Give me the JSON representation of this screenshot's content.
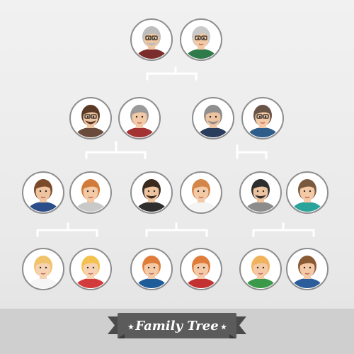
{
  "title": "Family Tree",
  "icons": {
    "ribbon_star_left": "star-icon",
    "ribbon_star_right": "star-icon"
  },
  "colors": {
    "ring": "#8e8e8e",
    "connector": "#ffffff",
    "ribbon": "#5b5b5b",
    "ribbon_text": "#ffffff"
  },
  "generations": [
    {
      "name": "grandparents",
      "members": [
        {
          "id": "grandfather",
          "hair": "#bdbdbd",
          "skin": "#f0c6a0",
          "shirt": "#7b2c2c",
          "glasses": true,
          "beard": true
        },
        {
          "id": "grandmother",
          "hair": "#c9c9c9",
          "skin": "#f2c9a4",
          "shirt": "#2f7a4a",
          "glasses": true,
          "beard": false
        }
      ]
    },
    {
      "name": "parents",
      "members": [
        {
          "id": "father",
          "hair": "#5a3a26",
          "skin": "#eec39f",
          "shirt": "#6a4a3a",
          "glasses": true,
          "beard": true
        },
        {
          "id": "mother",
          "hair": "#9a9a9a",
          "skin": "#f3c9a6",
          "shirt": "#a33232",
          "glasses": false,
          "beard": false
        },
        {
          "id": "father-in-law",
          "hair": "#8f8f8f",
          "skin": "#eec39f",
          "shirt": "#2b3d5c",
          "glasses": false,
          "beard": true
        },
        {
          "id": "mother-in-law",
          "hair": "#6a5447",
          "skin": "#f3c9a6",
          "shirt": "#2f5d8a",
          "glasses": true,
          "beard": false
        }
      ]
    },
    {
      "name": "children",
      "members": [
        {
          "id": "son-1",
          "hair": "#7a4a2a",
          "skin": "#eec39f",
          "shirt": "#2b4d8a",
          "glasses": false,
          "beard": false
        },
        {
          "id": "daughter-in-law-1",
          "hair": "#d17b3b",
          "skin": "#f3c9a6",
          "shirt": "#c9c9c9",
          "glasses": false,
          "beard": false
        },
        {
          "id": "son-2",
          "hair": "#3a2a1e",
          "skin": "#eec39f",
          "shirt": "#2f2f2f",
          "glasses": false,
          "beard": true
        },
        {
          "id": "daughter-in-law-2",
          "hair": "#d4864a",
          "skin": "#f3c9a6",
          "shirt": "#f4f4f4",
          "glasses": false,
          "beard": false
        },
        {
          "id": "son-3",
          "hair": "#2e2e2e",
          "skin": "#eec39f",
          "shirt": "#8c8c8c",
          "glasses": false,
          "beard": true
        },
        {
          "id": "daughter-in-law-3",
          "hair": "#7a5a3e",
          "skin": "#f3c9a6",
          "shirt": "#2aa39a",
          "glasses": false,
          "beard": false
        }
      ]
    },
    {
      "name": "grandchildren",
      "members": [
        {
          "id": "baby",
          "hair": "#f1c36a",
          "skin": "#f6d2b2",
          "shirt": "#f5f5f5",
          "glasses": false,
          "beard": false
        },
        {
          "id": "girl",
          "hair": "#f4c04f",
          "skin": "#f6d2b2",
          "shirt": "#d23b3b",
          "glasses": false,
          "beard": false
        },
        {
          "id": "teen-girl",
          "hair": "#e07c3a",
          "skin": "#f3c9a6",
          "shirt": "#1f5c9a",
          "glasses": false,
          "beard": false
        },
        {
          "id": "teen-girl-2",
          "hair": "#e07c3a",
          "skin": "#f3c9a6",
          "shirt": "#c23232",
          "glasses": false,
          "beard": false
        },
        {
          "id": "boy",
          "hair": "#f0b25a",
          "skin": "#f3c9a6",
          "shirt": "#3a9a4a",
          "glasses": false,
          "beard": false
        },
        {
          "id": "girl-2",
          "hair": "#8a5a34",
          "skin": "#f3c9a6",
          "shirt": "#2b5d9a",
          "glasses": false,
          "beard": false
        }
      ]
    }
  ]
}
